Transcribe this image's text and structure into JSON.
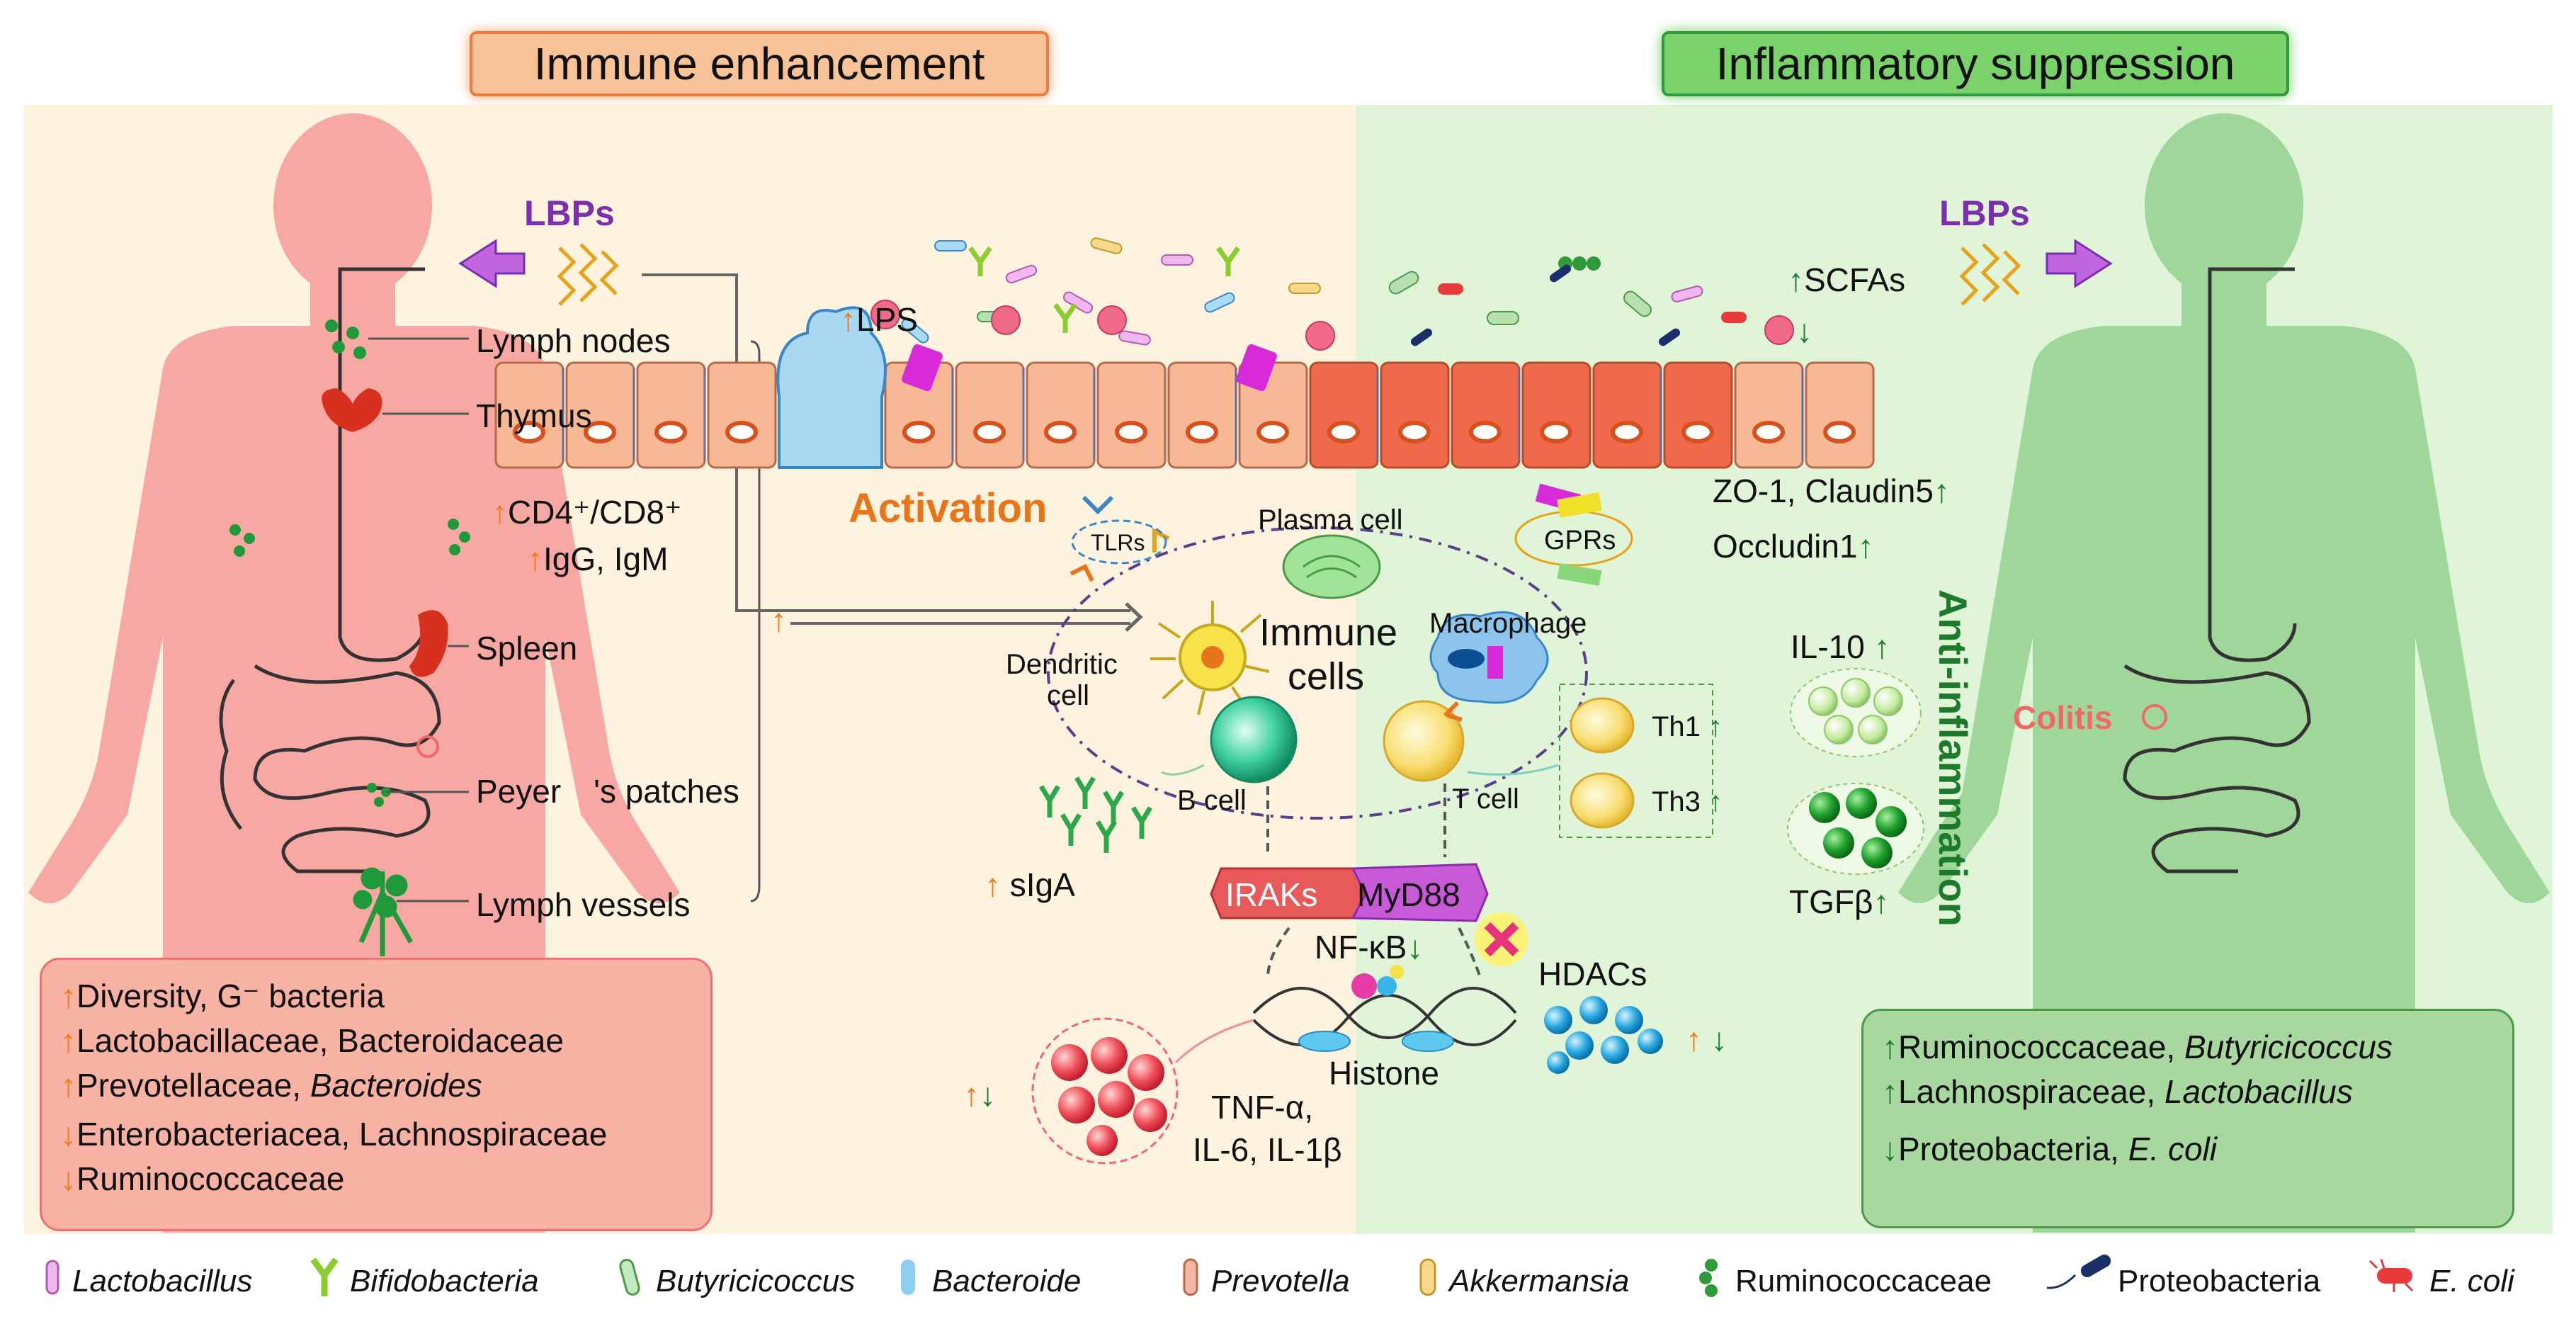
{
  "titles": {
    "left": "Immune enhancement",
    "right": "Inflammatory suppression"
  },
  "lbps_left": "LBPs",
  "lbps_right": "LBPs",
  "organs": {
    "lymph_nodes": "Lymph nodes",
    "thymus": "Thymus",
    "spleen": "Spleen",
    "peyers": "Peyer  's patches",
    "lymph_vessels": "Lymph vessels"
  },
  "markers_left": {
    "cd": "CD4⁺/CD8⁺",
    "ig": "IgG, IgM"
  },
  "up_arrow": "↑",
  "down_arrow": "↓",
  "gut": {
    "lps": "LPS",
    "scfas": "SCFAs",
    "activation": "Activation",
    "tlrs": "TLRs",
    "gprs": "GPRs",
    "zo1": "ZO-1, Claudin5",
    "occludin": "Occludin1"
  },
  "cells": {
    "plasma": "Plasma cell",
    "immune": "Immune",
    "immune2": "cells",
    "macrophage": "Macrophage",
    "dendritic": "Dendritic",
    "dendritic2": "cell",
    "bcell": "B cell",
    "tcell": "T cell",
    "th1": "Th1",
    "th3": "Th3",
    "siga": "sIgA"
  },
  "signal": {
    "iraks": "IRAKs",
    "myd88": "MyD88",
    "nfkb": "NF-κB",
    "hdacs": "HDACs",
    "histone": "Histone",
    "tnf": "TNF-α,",
    "il6": "IL-6, IL-1β"
  },
  "anti": {
    "title": "Anti-inflammation",
    "il10": "IL-10",
    "tgfb": "TGFβ"
  },
  "colitis": "Colitis",
  "box_left": [
    {
      "arrow": "up",
      "text": "Diversity, G⁻ bacteria"
    },
    {
      "arrow": "up",
      "text": "Lactobacillaceae, Bacteroidaceae"
    },
    {
      "arrow": "up",
      "text": "Prevotellaceae, ",
      "italic": "Bacteroides"
    },
    {
      "arrow": "down",
      "text": "Enterobacteriacea, Lachnospiraceae"
    },
    {
      "arrow": "down",
      "text": "Ruminococcaceae"
    }
  ],
  "box_right": [
    {
      "arrow": "up",
      "text": "Ruminococcaceae, ",
      "italic": "Butyricicoccus"
    },
    {
      "arrow": "up",
      "text": "Lachnospiraceae, ",
      "italic": "Lactobacillus"
    },
    {
      "arrow": "down",
      "text": "Proteobacteria, ",
      "italic": "E. coli"
    }
  ],
  "legend": [
    {
      "name": "Lactobacillus",
      "italic": true,
      "icon": "lactobacillus-icon",
      "color": "#e9a6e6"
    },
    {
      "name": "Bifidobacteria",
      "italic": true,
      "icon": "bifidobacteria-icon",
      "color": "#8ccc2c"
    },
    {
      "name": "Butyricicoccus",
      "italic": true,
      "icon": "butyricicoccus-icon",
      "color": "#b6e0b0"
    },
    {
      "name": "Bacteroide",
      "italic": true,
      "icon": "bacteroide-icon",
      "color": "#8dcfef"
    },
    {
      "name": "Prevotella",
      "italic": true,
      "icon": "prevotella-icon",
      "color": "#f4b7a6"
    },
    {
      "name": "Akkermansia",
      "italic": true,
      "icon": "akkermansia-icon",
      "color": "#f7d98c"
    },
    {
      "name": "Ruminococcaceae",
      "italic": false,
      "icon": "ruminococcaceae-icon",
      "color": "#2f9a3a"
    },
    {
      "name": "Proteobacteria",
      "italic": false,
      "icon": "proteobacteria-icon",
      "color": "#1b2f6b"
    },
    {
      "name": "E. coli",
      "italic": true,
      "icon": "ecoli-icon",
      "color": "#e83a3a"
    }
  ]
}
